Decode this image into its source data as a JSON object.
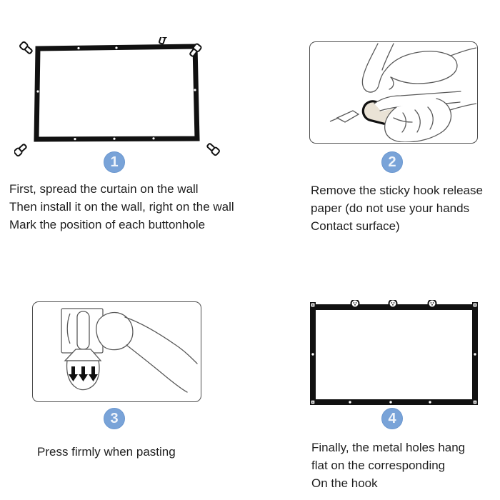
{
  "document": {
    "type": "product-installation-instructions",
    "subject": "projector screen curtain wall mounting"
  },
  "colors": {
    "background": "#ffffff",
    "accent_badge_blue": "#79a3d8",
    "badge_digit": "#eff4fb",
    "text_ink": "#1f1f1f",
    "lineart_gray": "#5a5a5a",
    "frame_black": "#111111",
    "sticky_pad_beige": "#eae3d6"
  },
  "steps": [
    {
      "number": "1",
      "illustration": "curtain-spread-on-wall",
      "caption_lines": [
        "First, spread the curtain on the wall",
        "Then install it on the wall, right on the wall",
        "Mark the position of each buttonhole"
      ]
    },
    {
      "number": "2",
      "illustration": "peel-release-paper-from-sticky-hook",
      "caption_lines": [
        "Remove the sticky hook release",
        "paper (do not use your hands",
        "Contact surface)"
      ]
    },
    {
      "number": "3",
      "illustration": "press-hook-firmly",
      "caption_lines": [
        "Press firmly when pasting"
      ]
    },
    {
      "number": "4",
      "illustration": "screen-hung-on-hooks",
      "caption_lines": [
        "Finally, the metal holes hang",
        "flat on the corresponding",
        "On the hook"
      ]
    }
  ]
}
